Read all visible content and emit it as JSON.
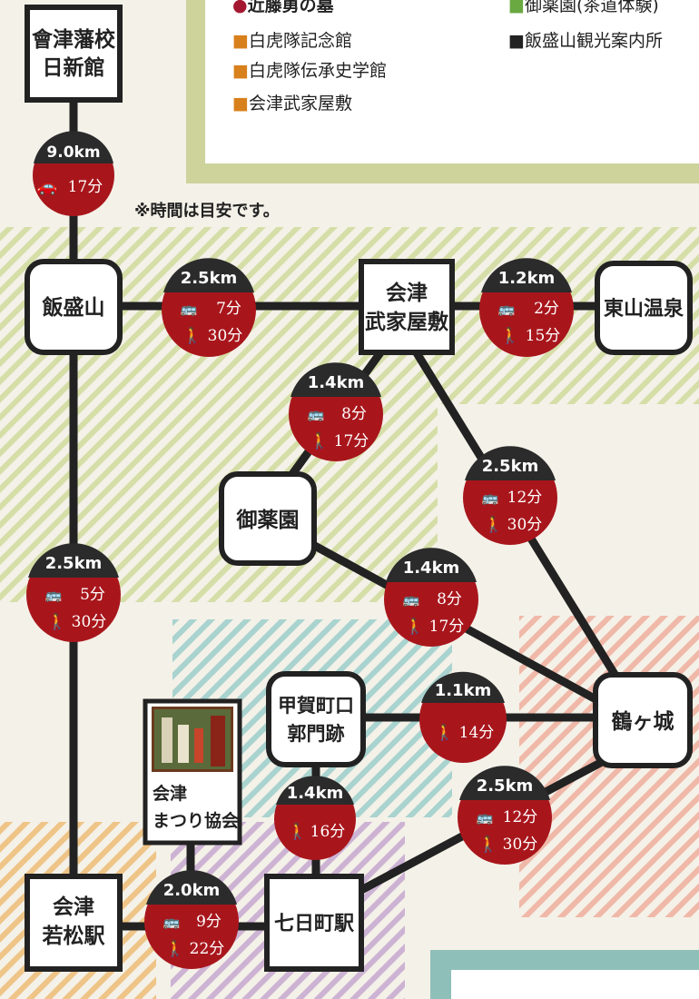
{
  "legend": {
    "items": [
      {
        "text": "●近藤勇の墓",
        "color": "#a31830"
      },
      {
        "text": "■白虎隊記念館",
        "color": "#d8801c"
      },
      {
        "text": "■白虎隊伝承史学館",
        "color": "#d8801c"
      },
      {
        "text": "■会津武家屋敷",
        "color": "#d8801c"
      },
      {
        "text": "■御薬園(茶道体験)",
        "color": "#6aa842"
      },
      {
        "text": "■飯盛山観光案内所",
        "color": "#222222"
      }
    ]
  },
  "note": "※時間は目安です。",
  "places": {
    "nisshinkan": {
      "line1": "會津藩校",
      "line2": "日新館"
    },
    "iimoriyama": {
      "line1": "飯盛山"
    },
    "bukeyashiki": {
      "line1": "会津",
      "line2": "武家屋敷"
    },
    "higashiyama": {
      "line1": "東山温泉"
    },
    "oyakuen": {
      "line1": "御薬園"
    },
    "koga": {
      "line1": "甲賀町口",
      "line2": "郭門跡"
    },
    "tsurugajo": {
      "line1": "鶴ヶ城"
    },
    "matsuri": {
      "line1": "会津",
      "line2": "まつり協会"
    },
    "wakamatsu": {
      "line1": "会津",
      "line2": "若松駅"
    },
    "nanokamachi": {
      "line1": "七日町駅"
    }
  },
  "routes": {
    "nisshinkan_iimori": {
      "distance": "9.0km",
      "car": "17分"
    },
    "iimori_buke": {
      "distance": "2.5km",
      "bus": "7分",
      "walk": "30分"
    },
    "buke_higashiyama": {
      "distance": "1.2km",
      "bus": "2分",
      "walk": "15分"
    },
    "buke_oyakuen": {
      "distance": "1.4km",
      "bus": "8分",
      "walk": "17分"
    },
    "buke_tsurugajo": {
      "distance": "2.5km",
      "bus": "12分",
      "walk": "30分"
    },
    "iimori_wakamatsu": {
      "distance": "2.5km",
      "bus": "5分",
      "walk": "30分"
    },
    "oyakuen_tsurugajo": {
      "distance": "1.4km",
      "bus": "8分",
      "walk": "17分"
    },
    "koga_tsurugajo": {
      "distance": "1.1km",
      "walk": "14分"
    },
    "koga_nanokamachi": {
      "distance": "1.4km",
      "walk": "16分"
    },
    "nanokamachi_tsurugajo": {
      "distance": "2.5km",
      "bus": "12分",
      "walk": "30分"
    },
    "wakamatsu_nanokamachi": {
      "distance": "2.0km",
      "bus": "9分",
      "walk": "22分"
    }
  },
  "colors": {
    "badge": "#a8161c",
    "badge_top": "#2b2b2b",
    "line": "#222222",
    "legend_border": "#cdd39b",
    "bottom_box": "#8fbfb9"
  }
}
